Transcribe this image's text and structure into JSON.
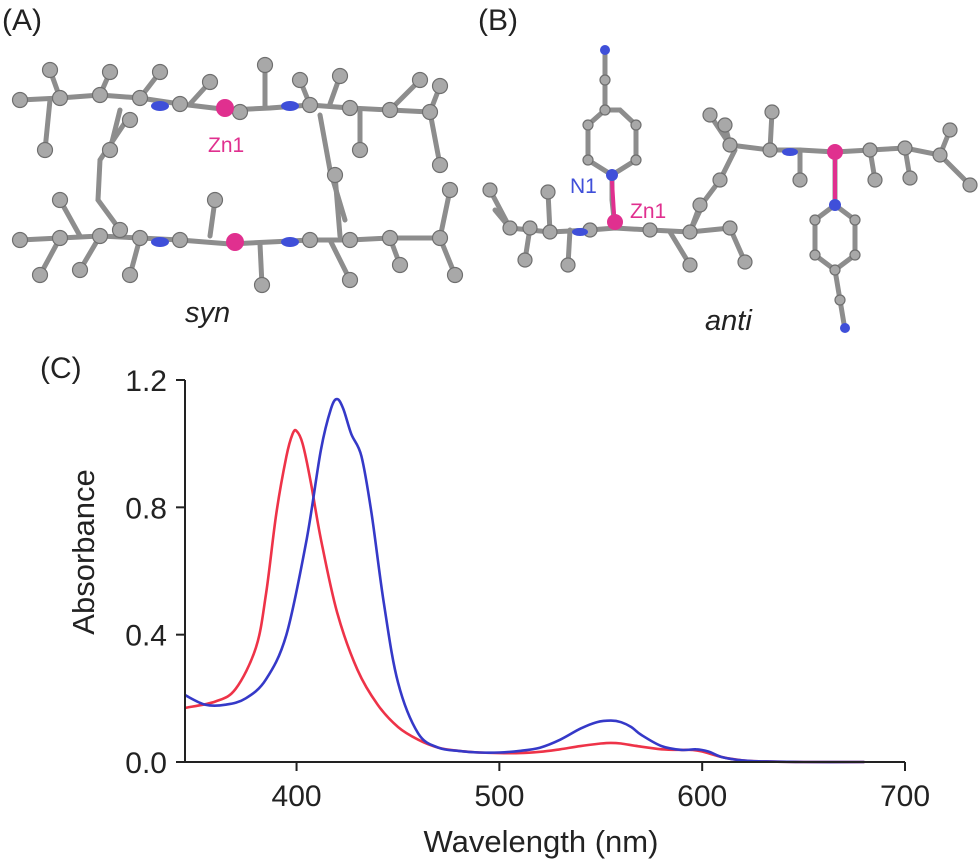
{
  "panels": {
    "a": {
      "label": "(A)",
      "caption": "syn",
      "atom_labels": [
        "Zn1"
      ]
    },
    "b": {
      "label": "(B)",
      "caption": "anti",
      "atom_labels": [
        "N1",
        "Zn1"
      ]
    },
    "c": {
      "label": "(C)"
    }
  },
  "colors": {
    "carbon": "#a8a8a8",
    "carbon_edge": "#6f6f6f",
    "nitrogen": "#3f4fd9",
    "zinc": "#e0308f",
    "series_red": "#ee3348",
    "series_blue": "#3539c8"
  },
  "chart_data": {
    "type": "line",
    "xlabel": "Wavelength (nm)",
    "ylabel": "Absorbance",
    "xlim": [
      345,
      700
    ],
    "ylim": [
      0,
      1.2
    ],
    "x_ticks": [
      {
        "value": 400,
        "label": "400"
      },
      {
        "value": 500,
        "label": "500"
      },
      {
        "value": 600,
        "label": "600"
      },
      {
        "value": 700,
        "label": "700"
      }
    ],
    "y_ticks": [
      {
        "value": 0.0,
        "label": "0.0"
      },
      {
        "value": 0.4,
        "label": "0.4"
      },
      {
        "value": 0.8,
        "label": "0.8"
      },
      {
        "value": 1.2,
        "label": "1.2"
      }
    ],
    "grid": false,
    "legend": "none",
    "series": [
      {
        "color": "#ee3348",
        "x": [
          345,
          360,
          370,
          380,
          385,
          390,
          395,
          398,
          400,
          403,
          407,
          412,
          420,
          430,
          440,
          450,
          460,
          470,
          480,
          490,
          500,
          510,
          520,
          530,
          540,
          550,
          555,
          560,
          570,
          580,
          590,
          595,
          600,
          610,
          620,
          630,
          650,
          680
        ],
        "y": [
          0.17,
          0.19,
          0.23,
          0.36,
          0.53,
          0.78,
          0.96,
          1.03,
          1.04,
          1.0,
          0.88,
          0.7,
          0.47,
          0.29,
          0.18,
          0.11,
          0.07,
          0.045,
          0.035,
          0.03,
          0.028,
          0.028,
          0.032,
          0.04,
          0.05,
          0.058,
          0.06,
          0.058,
          0.048,
          0.04,
          0.038,
          0.038,
          0.033,
          0.015,
          0.005,
          0.002,
          0.0,
          0.0
        ]
      },
      {
        "color": "#3539c8",
        "x": [
          345,
          355,
          365,
          375,
          385,
          395,
          405,
          412,
          417,
          420,
          423,
          427,
          432,
          437,
          443,
          450,
          460,
          470,
          480,
          490,
          500,
          510,
          520,
          530,
          540,
          548,
          555,
          560,
          565,
          570,
          580,
          590,
          597,
          603,
          610,
          620,
          630,
          650,
          680
        ],
        "y": [
          0.21,
          0.18,
          0.18,
          0.2,
          0.26,
          0.4,
          0.7,
          0.98,
          1.11,
          1.14,
          1.11,
          1.03,
          0.96,
          0.78,
          0.5,
          0.25,
          0.09,
          0.045,
          0.035,
          0.03,
          0.03,
          0.035,
          0.045,
          0.07,
          0.105,
          0.125,
          0.13,
          0.125,
          0.11,
          0.085,
          0.05,
          0.038,
          0.04,
          0.033,
          0.015,
          0.005,
          0.002,
          0.0,
          0.0
        ]
      }
    ]
  }
}
